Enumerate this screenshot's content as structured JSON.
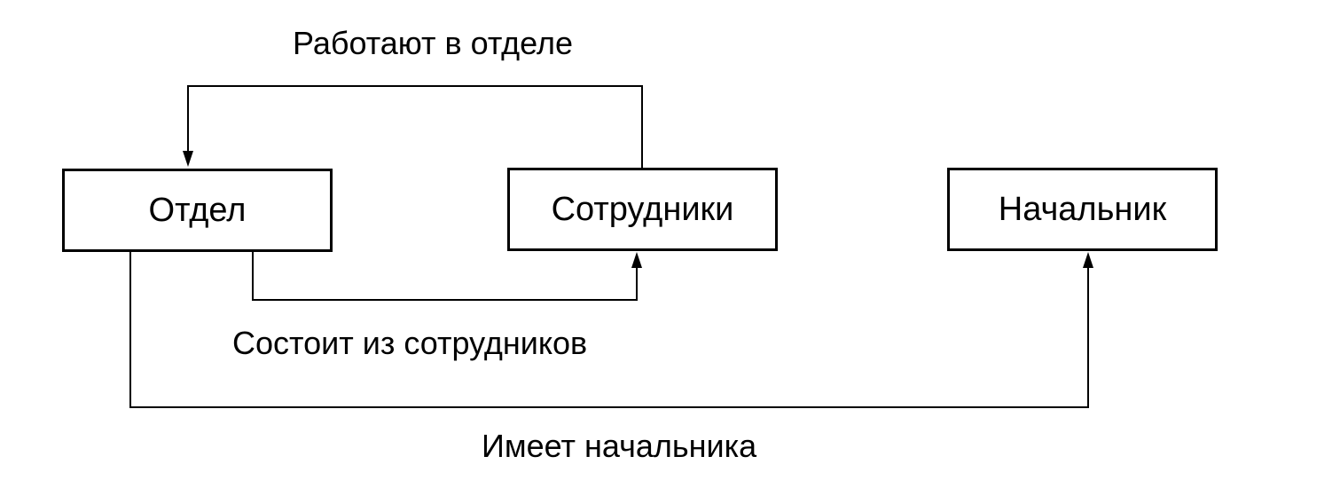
{
  "entities": {
    "otdel": "Отдел",
    "sotrudniki": "Сотрудники",
    "nachalnik": "Начальник"
  },
  "relationships": {
    "works_in": "Работают в отделе",
    "consists_of": "Состоит из сотрудников",
    "has_head": "Имеет начальника"
  }
}
